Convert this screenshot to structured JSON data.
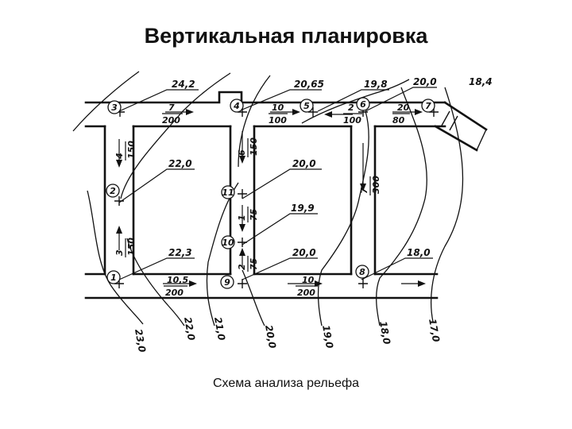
{
  "title": "Вертикальная планировка",
  "caption": "Схема анализа рельефа",
  "elevations": [
    {
      "id": "e1",
      "value": "24,2"
    },
    {
      "id": "e2",
      "value": "20,65"
    },
    {
      "id": "e3",
      "value": "19,8"
    },
    {
      "id": "e4",
      "value": "20,0"
    },
    {
      "id": "e5",
      "value": "18,4"
    },
    {
      "id": "e6",
      "value": "22,0"
    },
    {
      "id": "e7",
      "value": "20,0"
    },
    {
      "id": "e8",
      "value": "19,9"
    },
    {
      "id": "e9",
      "value": "22,3"
    },
    {
      "id": "e10",
      "value": "20,0"
    },
    {
      "id": "e11",
      "value": "18,0"
    }
  ],
  "points": [
    "1",
    "2",
    "3",
    "4",
    "5",
    "6",
    "7",
    "8",
    "9",
    "10",
    "11"
  ],
  "slopes": [
    {
      "id": "s37",
      "top": "7",
      "bottom": "200"
    },
    {
      "id": "s45",
      "top": "10",
      "bottom": "100"
    },
    {
      "id": "s65",
      "top": "2",
      "bottom": "100"
    },
    {
      "id": "s76",
      "top": "20",
      "bottom": "80"
    },
    {
      "id": "s19",
      "top": "10,5",
      "bottom": "200"
    },
    {
      "id": "s98",
      "top": "10",
      "bottom": "200"
    },
    {
      "id": "s32",
      "top": "4",
      "bottom": "150"
    },
    {
      "id": "s21",
      "top": "3",
      "bottom": "150"
    },
    {
      "id": "s411",
      "top": "6",
      "bottom": "150"
    },
    {
      "id": "s1110",
      "top": "1",
      "bottom": "75"
    },
    {
      "id": "s109",
      "top": "2",
      "bottom": "75"
    },
    {
      "id": "s68",
      "top": "7",
      "bottom": "300"
    }
  ],
  "contours": [
    {
      "id": "c23",
      "value": "23,0"
    },
    {
      "id": "c22",
      "value": "22,0"
    },
    {
      "id": "c21",
      "value": "21,0"
    },
    {
      "id": "c20",
      "value": "20,0"
    },
    {
      "id": "c19",
      "value": "19,0"
    },
    {
      "id": "c18",
      "value": "18,0"
    },
    {
      "id": "c17",
      "value": "17,0"
    }
  ]
}
